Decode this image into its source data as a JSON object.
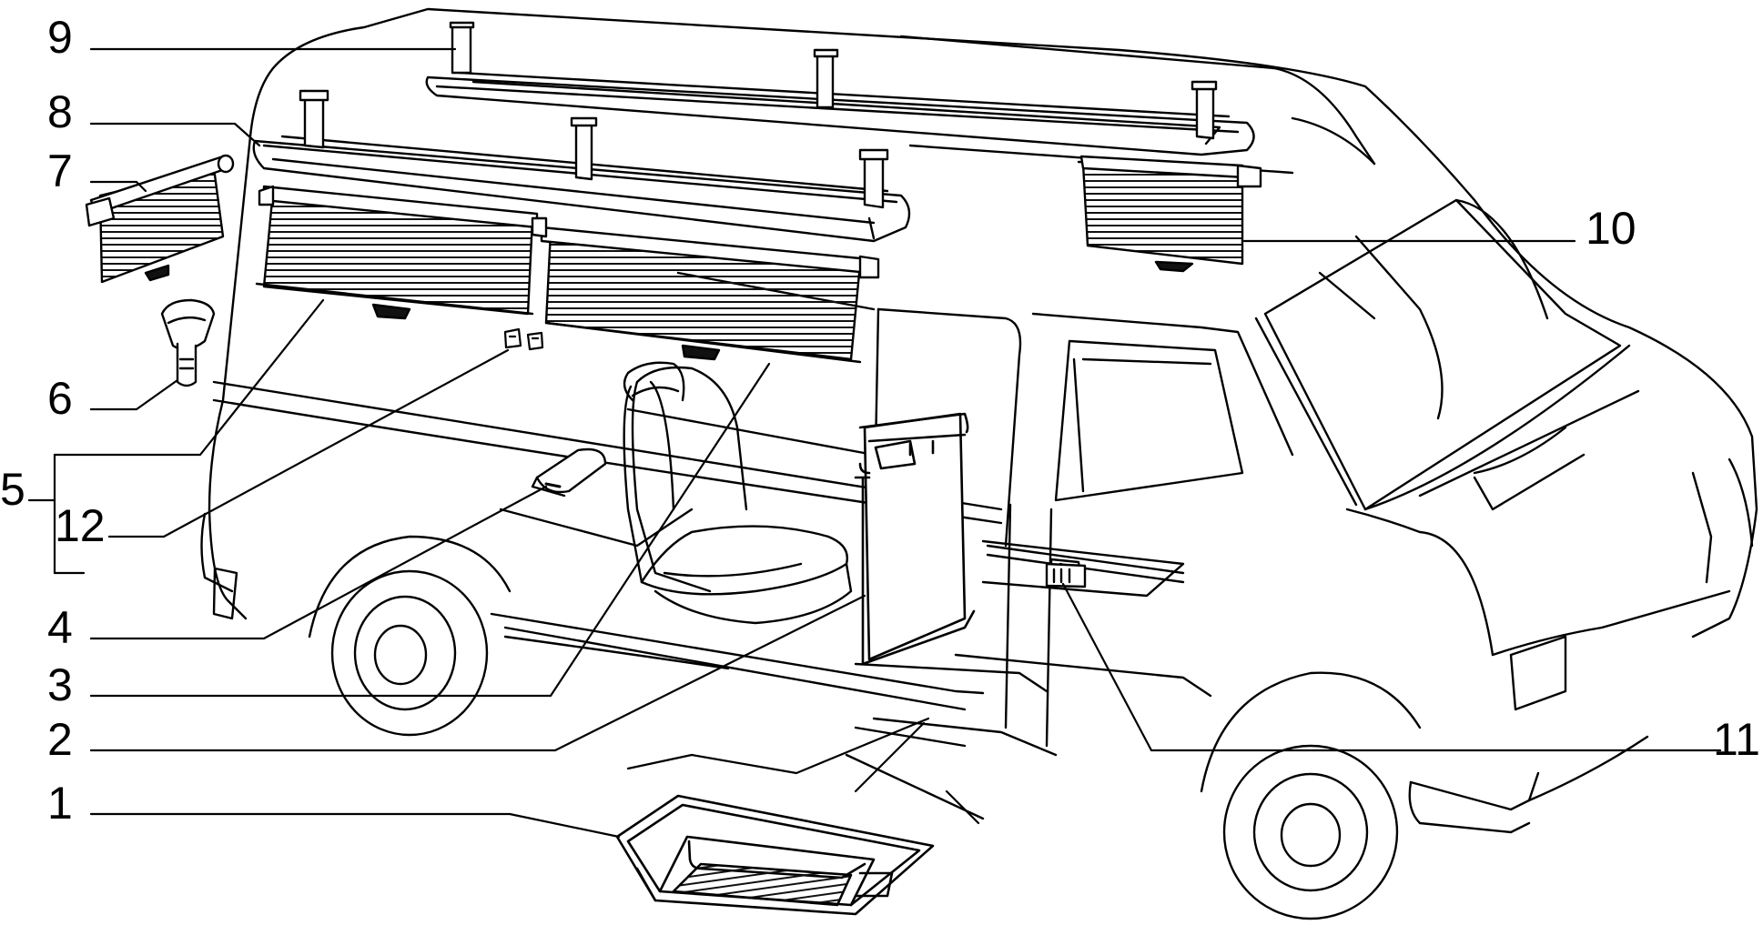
{
  "diagram": {
    "colors": {
      "ink": "#000000",
      "paper": "#ffffff",
      "hatch": "#111111"
    },
    "callouts": [
      {
        "id": "1",
        "label": "1"
      },
      {
        "id": "2",
        "label": "2"
      },
      {
        "id": "3",
        "label": "3"
      },
      {
        "id": "4",
        "label": "4"
      },
      {
        "id": "5",
        "label": "5"
      },
      {
        "id": "6",
        "label": "6"
      },
      {
        "id": "7",
        "label": "7"
      },
      {
        "id": "8",
        "label": "8"
      },
      {
        "id": "9",
        "label": "9"
      },
      {
        "id": "10",
        "label": "10"
      },
      {
        "id": "11",
        "label": "11"
      },
      {
        "id": "12",
        "label": "12"
      }
    ],
    "parts": [
      {
        "name": "floor-tray",
        "callout": "1"
      },
      {
        "name": "floor-mat",
        "callout": "2"
      },
      {
        "name": "roller-blind-right",
        "callout": "3"
      },
      {
        "name": "handle-bar",
        "callout": "4"
      },
      {
        "name": "roller-blind-group",
        "callout": "5"
      },
      {
        "name": "gear-knob",
        "callout": "6"
      },
      {
        "name": "small-roller-blind",
        "callout": "7"
      },
      {
        "name": "roof-rail-front",
        "callout": "8"
      },
      {
        "name": "roof-rail-rear",
        "callout": "9"
      },
      {
        "name": "rear-roller-blind",
        "callout": "10"
      },
      {
        "name": "door-switch",
        "callout": "11"
      },
      {
        "name": "blind-clips",
        "callout": "12"
      }
    ]
  }
}
